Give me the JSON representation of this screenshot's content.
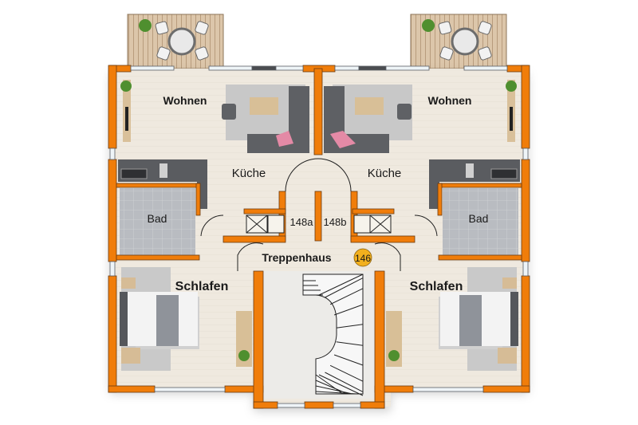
{
  "plan": {
    "rooms": {
      "living_left": "Wohnen",
      "living_right": "Wohnen",
      "kitchen_left": "Küche",
      "kitchen_right": "Küche",
      "bath_left": "Bad",
      "bath_right": "Bad",
      "bedroom_left": "Schlafen",
      "bedroom_right": "Schlafen",
      "stairwell": "Treppenhaus"
    },
    "units": {
      "left": "148a",
      "right": "148b"
    },
    "building_badge": "146"
  },
  "colors": {
    "wall": "#f07d0a",
    "wall_outline": "#6b3a10",
    "floor": "#efe9df",
    "badge": "#f2b01e",
    "sofa": "#5e6064",
    "rug": "#c9c9c9",
    "cushion": "#e48aa6",
    "deck": "#d9c4a8",
    "tile": "#b5b8bd",
    "counter": "#55575b"
  }
}
